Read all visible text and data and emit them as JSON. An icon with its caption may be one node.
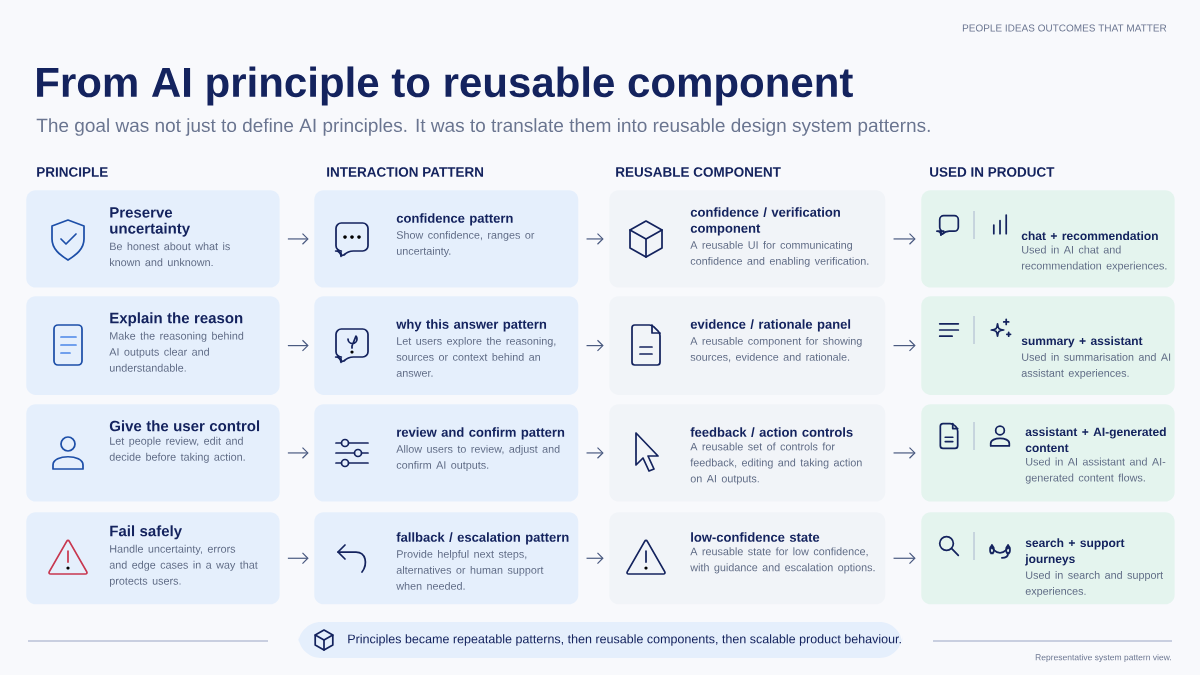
{
  "diagram": {
    "title": "From AI principle to reusable component",
    "nodes": [
      {
        "text": [
          "Preserve uncertainty",
          "Be honest about what is known and unknown."
        ]
      },
      {
        "text": [
          "confidence pattern",
          "Show confidence, ranges or uncertainty."
        ]
      },
      {
        "text": [
          "confidence / verification component",
          "A reusable UI for communicating confidence and enabling verification."
        ]
      },
      {
        "text": [
          "chat + recommendation",
          "Used in AI chat and recommendation experiences."
        ]
      },
      {
        "text": [
          "Explain the reason",
          "Make the reasoning behind AI outputs clear and understandable."
        ]
      },
      {
        "text": [
          "why this answer pattern",
          "Let users explore the reasoning, sources or context behind an answer."
        ]
      },
      {
        "text": [
          "evidence / rationale panel",
          "A reusable component for showing sources, evidence and rationale."
        ]
      },
      {
        "text": [
          "summary + assistant",
          "Used in summarisation and AI assistant experiences."
        ]
      },
      {
        "text": [
          "Give the user control",
          "Let people review, edit and decide before taking action."
        ]
      },
      {
        "text": [
          "review and confirm pattern",
          "Allow users to review, adjust and confirm AI outputs."
        ]
      },
      {
        "text": [
          "feedback / action controls",
          "A reusable set of controls for feedback, editing and taking action on AI outputs."
        ]
      },
      {
        "text": [
          "assistant + AI-generated content",
          "Used in AI assistant and AI-generated content flows."
        ]
      },
      {
        "text": [
          "Fail safely",
          "Handle uncertainty, errors and edge cases in a way that protects users."
        ]
      },
      {
        "text": [
          "fallback / escalation pattern",
          "Provide helpful next steps, alternatives or human support when needed."
        ]
      },
      {
        "text": [
          "low-confidence state",
          "A reusable state for low confidence, with guidance and escalation options."
        ]
      },
      {
        "text": [
          "search + support journeys",
          "Used in search and support experiences."
        ]
      },
      {
        "text": [
          "Principles became repeatable patterns, then reusable components, then scalable product behaviour."
        ]
      }
    ],
    "edges": [
      {
        "from": 0,
        "to": 1,
        "arrow": "to"
      },
      {
        "from": 1,
        "to": 2,
        "arrow": "to"
      },
      {
        "from": 2,
        "to": 3,
        "arrow": "to"
      },
      {
        "from": 4,
        "to": 5,
        "arrow": "to"
      },
      {
        "from": 5,
        "to": 6,
        "arrow": "to"
      },
      {
        "from": 6,
        "to": 7,
        "arrow": "to"
      },
      {
        "from": 8,
        "to": 9,
        "arrow": "to"
      },
      {
        "from": 9,
        "to": 10,
        "arrow": "to"
      },
      {
        "from": 10,
        "to": 11,
        "arrow": "to"
      },
      {
        "from": 12,
        "to": 13,
        "arrow": "to"
      },
      {
        "from": 13,
        "to": 14,
        "arrow": "to"
      },
      {
        "from": 14,
        "to": 15,
        "arrow": "to"
      }
    ],
    "labels": [
      "PEOPLE IDEAS OUTCOMES THAT MATTER",
      "The goal was not just to define AI principles. It was to translate them into reusable design system patterns.",
      "PRINCIPLE",
      "INTERACTION PATTERN",
      "REUSABLE COMPONENT",
      "USED IN PRODUCT",
      "Representative system pattern view."
    ]
  }
}
